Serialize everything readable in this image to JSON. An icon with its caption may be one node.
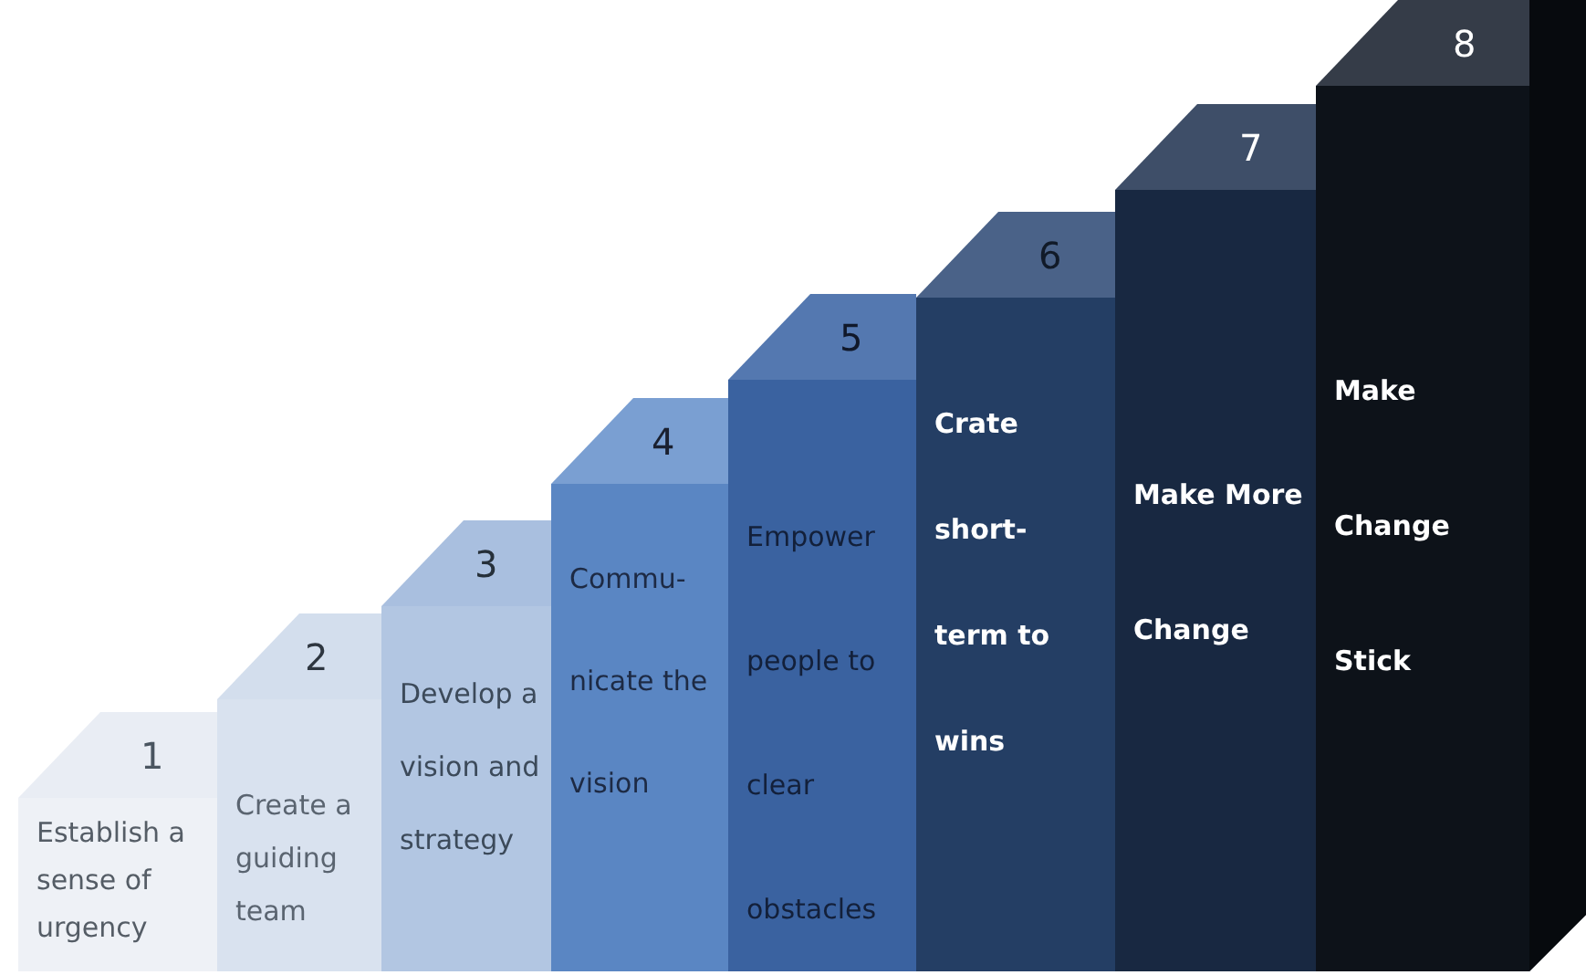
{
  "diagram": {
    "nodes": [
      {
        "text": [
          "1",
          "Establish a sense of urgency"
        ]
      },
      {
        "text": [
          "2",
          "Create a guiding team"
        ]
      },
      {
        "text": [
          "3",
          "Develop a vision and strategy"
        ]
      },
      {
        "text": [
          "4",
          "Commu- nicate the vision"
        ]
      },
      {
        "text": [
          "5",
          "Empower people to clear obstacles"
        ]
      },
      {
        "text": [
          "6",
          "Crate short- term to wins"
        ]
      },
      {
        "text": [
          "7",
          "Make More Change"
        ]
      },
      {
        "text": [
          "8",
          "Make Change Stick"
        ]
      }
    ]
  }
}
